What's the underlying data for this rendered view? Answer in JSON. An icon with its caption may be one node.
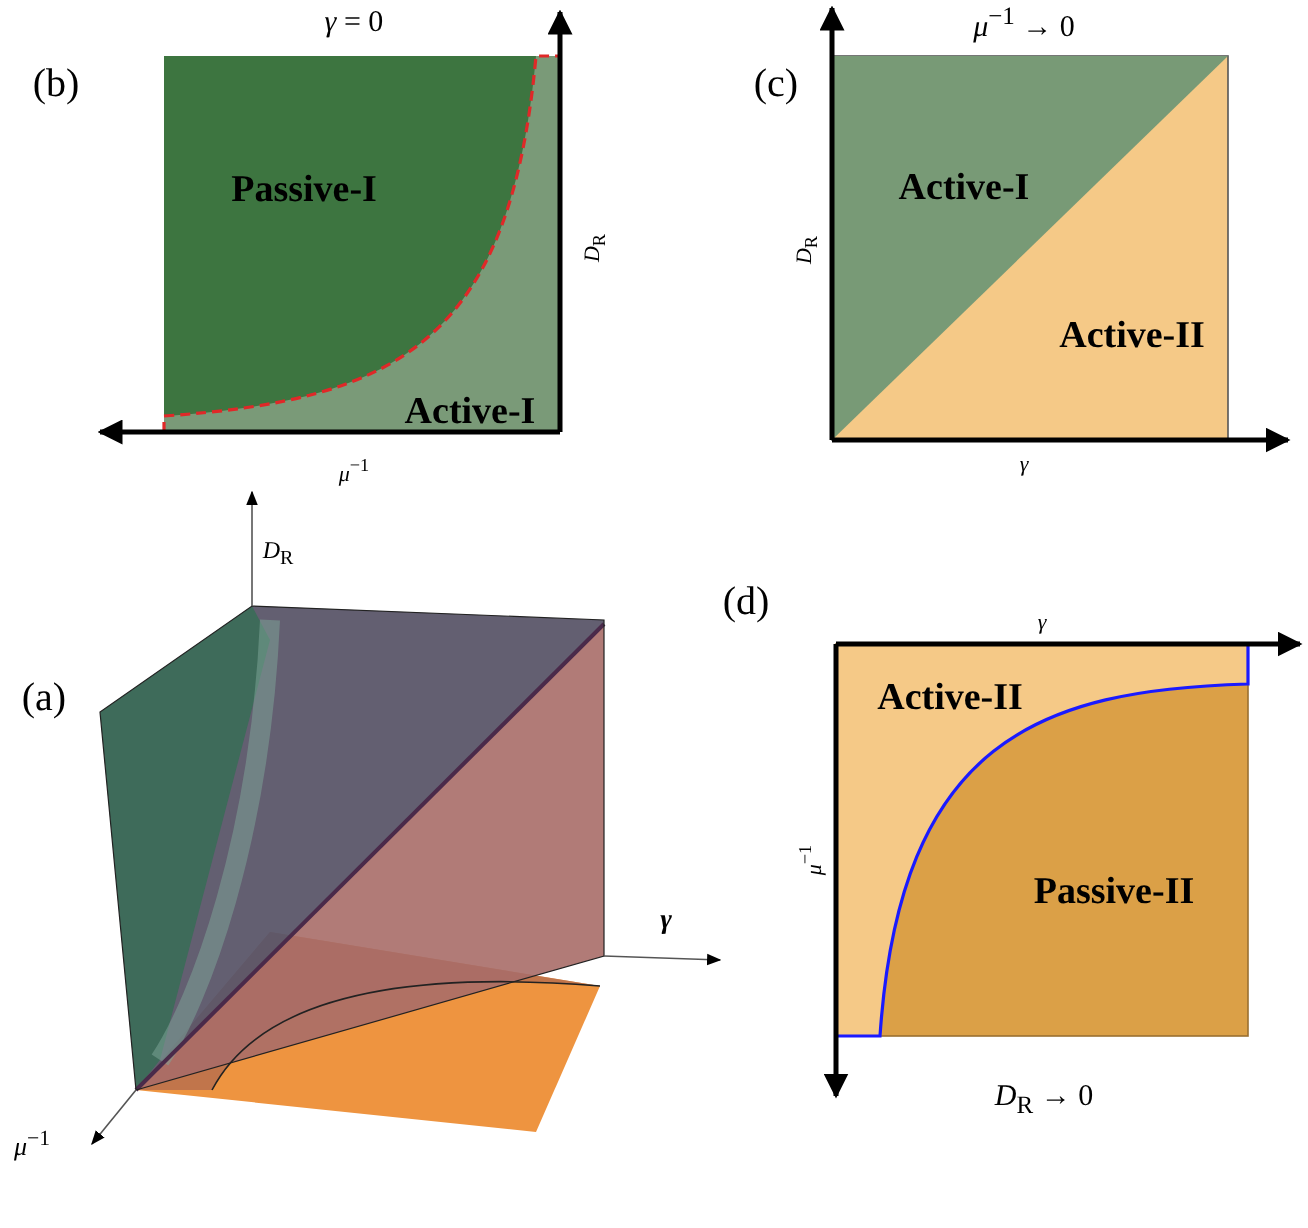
{
  "diagram": {
    "labels": [
      "(b)",
      "*γ* = 0",
      "Passive-I",
      "*D*$_{R}$",
      "Active-I",
      "*μ*$^{−1}$",
      "(c)",
      "*μ*$^{−1}$ → 0",
      "*D*$_{R}$",
      "Active-I",
      "Active-II",
      "*γ*",
      "(a)",
      "*D*$_{R}$",
      "*γ*",
      "*μ*$^{−1}$",
      "(d)",
      "*γ*",
      "Active-II",
      "*μ*$^{−1}$",
      "Passive-II",
      "*D*$_{R}$ → 0"
    ]
  }
}
